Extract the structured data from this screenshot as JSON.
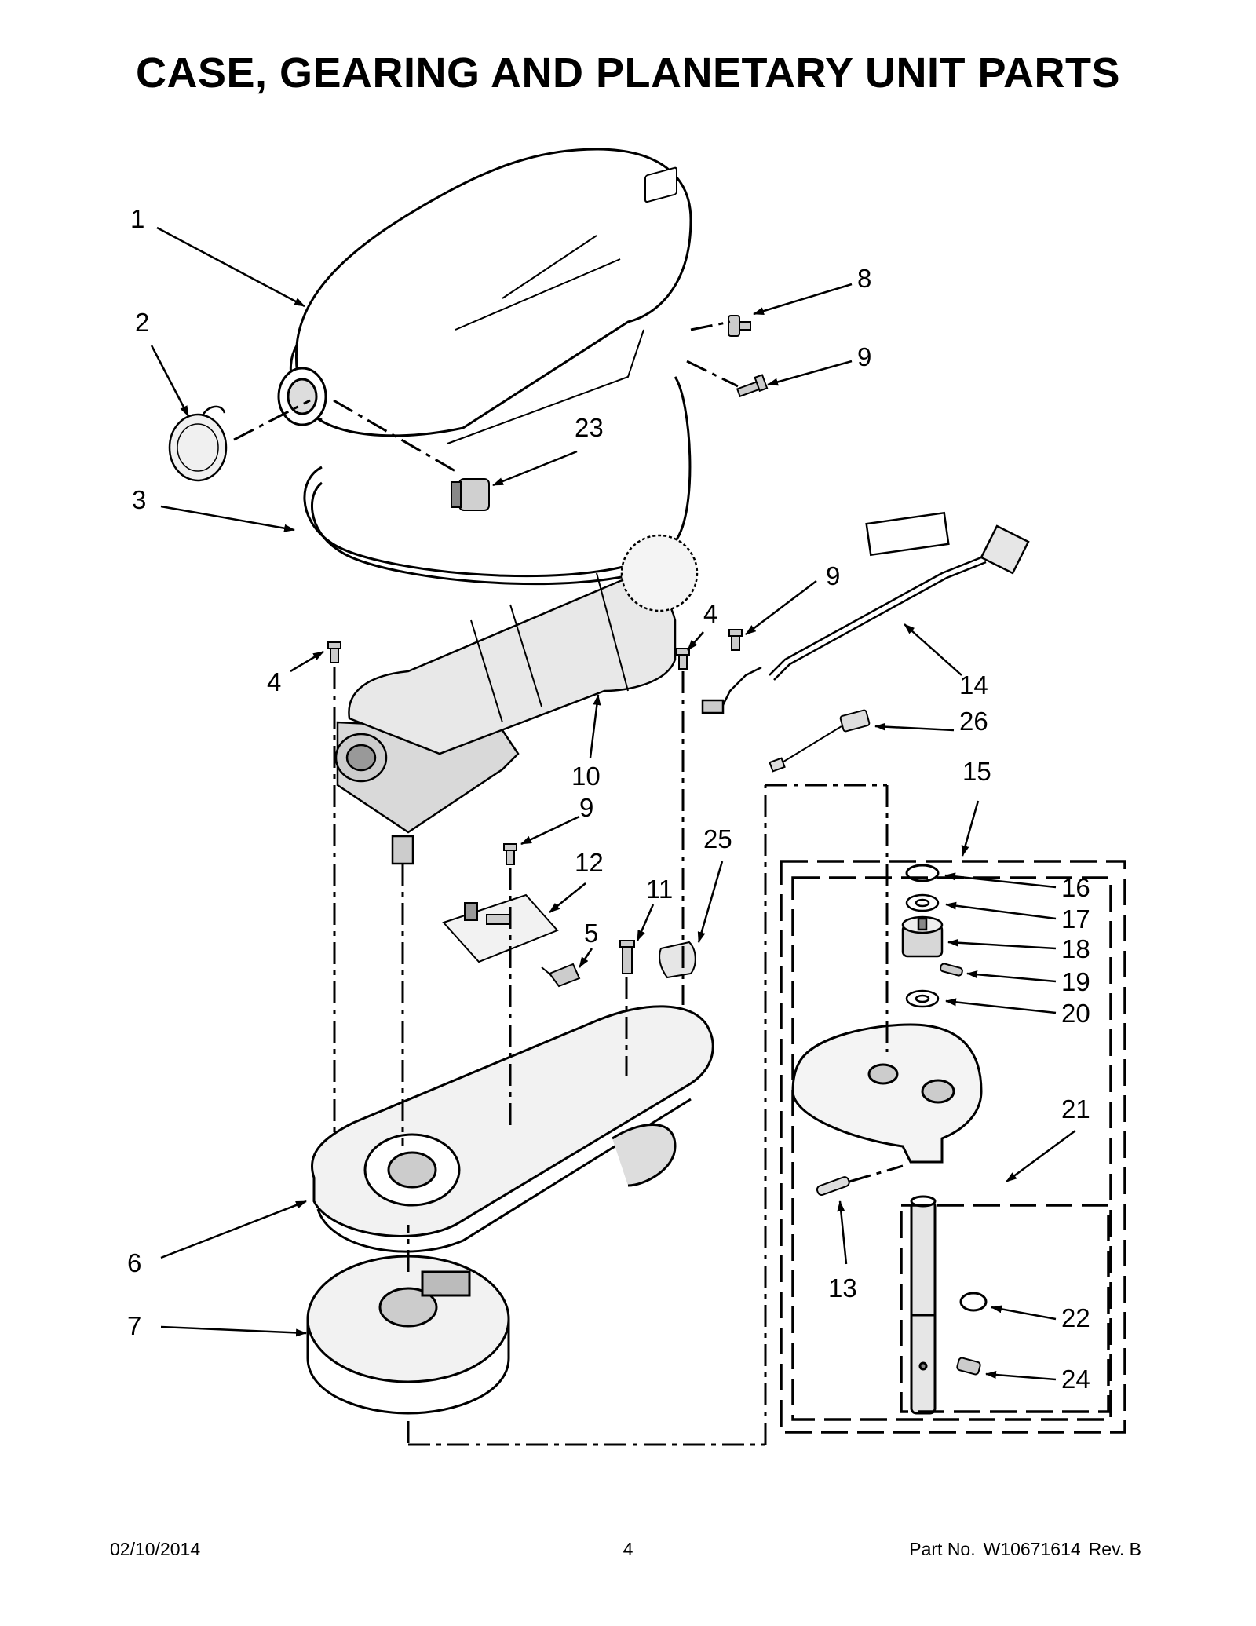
{
  "title": "CASE, GEARING AND PLANETARY UNIT PARTS",
  "callouts": {
    "c1": "1",
    "c2": "2",
    "c3": "3",
    "c4a": "4",
    "c4b": "4",
    "c5": "5",
    "c6": "6",
    "c7": "7",
    "c8": "8",
    "c9a": "9",
    "c9b": "9",
    "c9c": "9",
    "c10": "10",
    "c11": "11",
    "c12": "12",
    "c13": "13",
    "c14": "14",
    "c15": "15",
    "c16": "16",
    "c17": "17",
    "c18": "18",
    "c19": "19",
    "c20": "20",
    "c21": "21",
    "c22": "22",
    "c23": "23",
    "c24": "24",
    "c25": "25",
    "c26": "26"
  },
  "footer": {
    "date": "02/10/2014",
    "page": "4",
    "part_label": "Part No.",
    "part_number": "W10671614",
    "revision": "Rev.  B"
  }
}
